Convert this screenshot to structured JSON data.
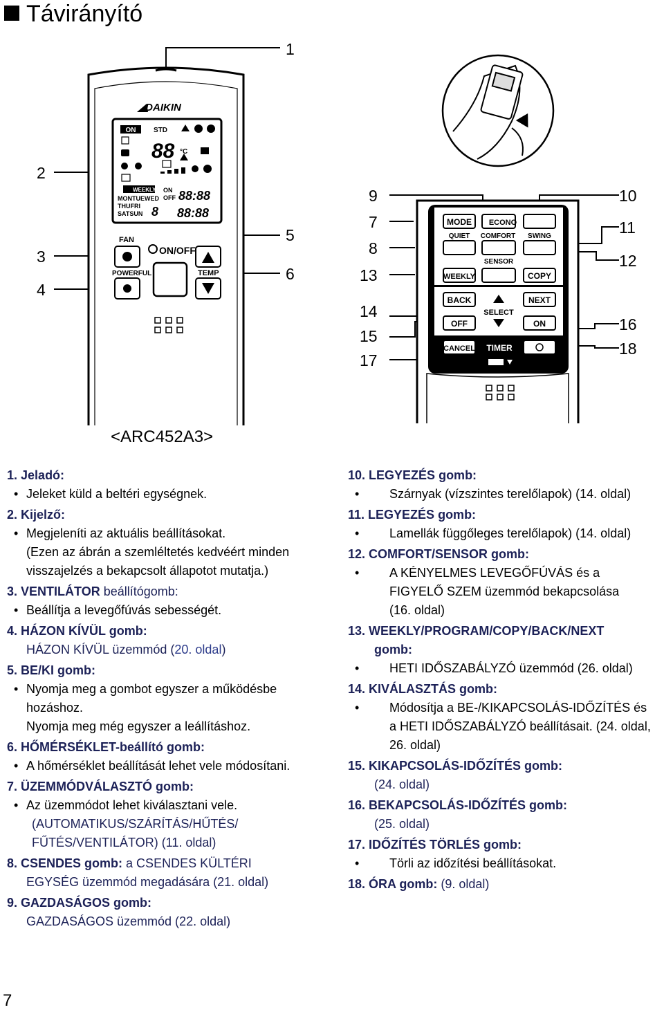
{
  "title": "Távirányító",
  "model": "<ARC452A3>",
  "page_number": "7",
  "callouts": [
    "1",
    "2",
    "3",
    "4",
    "5",
    "6",
    "9",
    "7",
    "8",
    "13",
    "14",
    "15",
    "17",
    "10",
    "11",
    "12",
    "16",
    "18"
  ],
  "remote": {
    "brand": "DAIKIN",
    "display": {
      "on": "ON",
      "std": "STD",
      "digits": "88",
      "unit": "°C",
      "weekly": "WEEKLY",
      "days1": "MONTUEWED",
      "days2": "THUFRI",
      "days3": "SATSUN",
      "timer_on": "ON",
      "timer_off": "OFF",
      "time1": "88:88",
      "time2": "88:88",
      "prog": "8"
    },
    "buttons": {
      "fan": "FAN",
      "powerful": "POWERFUL",
      "onoff": "ON/OFF",
      "temp": "TEMP"
    }
  },
  "panel": {
    "mode": "MODE",
    "econo": "ECONO",
    "quiet": "QUIET",
    "comfort": "COMFORT",
    "swing": "SWING",
    "sensor": "SENSOR",
    "weekly": "WEEKLY",
    "copy": "COPY",
    "back": "BACK",
    "select": "SELECT",
    "next": "NEXT",
    "off": "OFF",
    "on": "ON",
    "cancel": "CANCEL",
    "timer": "TIMER"
  },
  "left_items": [
    {
      "num": "1.",
      "head": "Jeladó:",
      "lines": [
        {
          "bullet": true,
          "text": "Jeleket küld a beltéri egységnek."
        }
      ]
    },
    {
      "num": "2.",
      "head": "Kijelző:",
      "lines": [
        {
          "bullet": true,
          "text": "Megjeleníti az aktuális beállításokat."
        },
        {
          "bullet": false,
          "text": "(Ezen az ábrán a szemléltetés kedvéért minden"
        },
        {
          "bullet": false,
          "text": "visszajelzés a bekapcsolt állapotot mutatja.)"
        }
      ]
    },
    {
      "num": "3.",
      "head": "VENTILÁTOR",
      "tail": " beállítógomb:",
      "lines": [
        {
          "bullet": true,
          "text": "Beállítja a levegőfúvás sebességét."
        }
      ]
    },
    {
      "num": "4.",
      "head": "HÁZON KÍVÜL gomb:",
      "lines": [
        {
          "bullet": false,
          "plain": true,
          "text": "HÁZON KÍVÜL üzemmód (",
          "page": "20. oldal",
          ")": ")"
        }
      ]
    },
    {
      "num": "5.",
      "head": "BE/KI gomb:",
      "lines": [
        {
          "bullet": true,
          "text": "Nyomja meg a gombot egyszer a működésbe"
        },
        {
          "bullet": false,
          "text": "hozáshoz."
        },
        {
          "bullet": false,
          "text": "Nyomja meg még egyszer a leállításhoz."
        }
      ]
    },
    {
      "num": "6.",
      "head": "HŐMÉRSÉKLET",
      "tail": "-beállító gomb:",
      "lines": [
        {
          "bullet": true,
          "text": "A hőmérséklet beállítását lehet vele módosítani."
        }
      ]
    },
    {
      "num": "7.",
      "head": "ÜZEMMÓDVÁLASZTÓ",
      "tail": " gomb:",
      "lines": [
        {
          "bullet": true,
          "text": "Az üzemmódot lehet kiválasztani vele."
        },
        {
          "bullet": false,
          "text": "(AUTOMATIKUS/SZÁRÍTÁS/HŰTÉS/"
        },
        {
          "bullet": false,
          "text": "FŰTÉS/VENTILÁTOR) (11. oldal)"
        }
      ]
    },
    {
      "num": "8.",
      "head": "CSENDES gomb:",
      "tail": " a CSENDES KÜLTÉRI",
      "lines": [
        {
          "bullet": false,
          "plain": true,
          "text": "EGYSÉG üzemmód megadására (21. oldal)"
        }
      ]
    },
    {
      "num": "9.",
      "head": "GAZDASÁGOS gomb:",
      "lines": [
        {
          "bullet": false,
          "plain": true,
          "text": "GAZDASÁGOS üzemmód (22. oldal)"
        }
      ]
    }
  ],
  "right_items": [
    {
      "num": "10.",
      "head": "LEGYEZÉS gomb:",
      "lines": [
        {
          "bullet": true,
          "text": "Szárnyak (vízszintes terelőlapok) (14. oldal)"
        }
      ]
    },
    {
      "num": "11.",
      "head": "LEGYEZÉS gomb:",
      "lines": [
        {
          "bullet": true,
          "text": "Lamellák függőleges terelőlapok) (14. oldal)"
        }
      ]
    },
    {
      "num": "12.",
      "head": "COMFORT/SENSOR gomb:",
      "lines": [
        {
          "bullet": true,
          "text": "A KÉNYELMES LEVEGŐFÚVÁS és a"
        },
        {
          "bullet": false,
          "text": "FIGYELŐ SZEM üzemmód bekapcsolása"
        },
        {
          "bullet": false,
          "text": "(16. oldal)"
        }
      ]
    },
    {
      "num": "13.",
      "head": "WEEKLY/PROGRAM/COPY/BACK/NEXT",
      "lines": [
        {
          "bullet": false,
          "bold": true,
          "text": "gomb:"
        },
        {
          "bullet": true,
          "text": "HETI IDŐSZABÁLYZÓ üzemmód (26. oldal)"
        }
      ]
    },
    {
      "num": "14.",
      "head": "KIVÁLASZTÁS gomb:",
      "lines": [
        {
          "bullet": true,
          "text": "Módosítja a BE-/KIKAPCSOLÁS-IDŐZÍTÉS és"
        },
        {
          "bullet": false,
          "text": "a HETI IDŐSZABÁLYZÓ beállításait. (24. oldal,"
        },
        {
          "bullet": false,
          "text": "26. oldal)"
        }
      ]
    },
    {
      "num": "15.",
      "head": "KIKAPCSOLÁS-IDŐZÍTÉS gomb:",
      "lines": [
        {
          "bullet": false,
          "plain": true,
          "text": "(24. oldal)"
        }
      ]
    },
    {
      "num": "16.",
      "head": "BEKAPCSOLÁS-IDŐZÍTÉS gomb:",
      "lines": [
        {
          "bullet": false,
          "plain": true,
          "text": "(25. oldal)"
        }
      ]
    },
    {
      "num": "17.",
      "head": "IDŐZÍTÉS TÖRLÉS gomb:",
      "lines": [
        {
          "bullet": true,
          "text": "Törli az időzítési beállításokat."
        }
      ]
    },
    {
      "num": "18.",
      "head": "ÓRA gomb:",
      "tail": " (9. oldal)",
      "lines": []
    }
  ]
}
